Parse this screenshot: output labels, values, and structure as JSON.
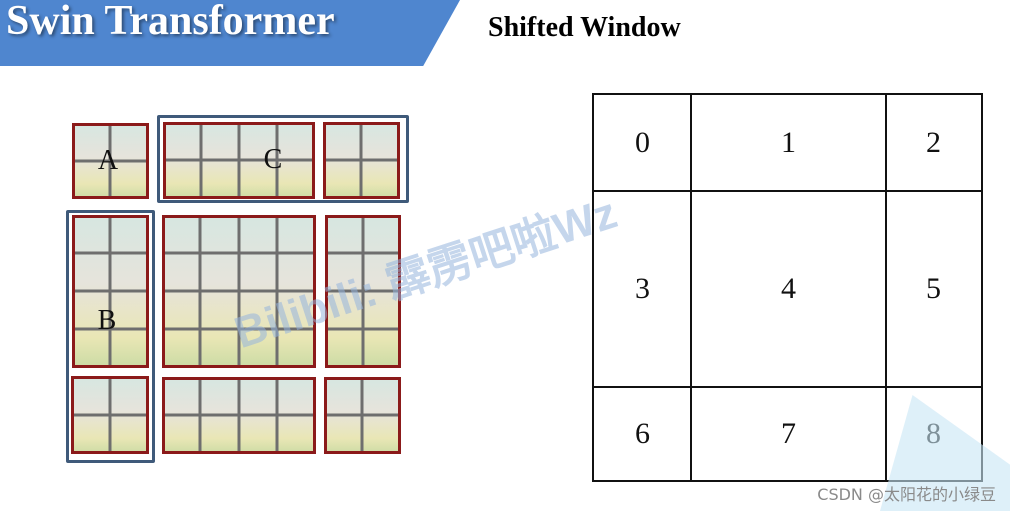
{
  "header": {
    "title": "Swin Transformer"
  },
  "subtitle": "Shifted Window",
  "left_figure": {
    "labels": {
      "a": "A",
      "b": "B",
      "c": "C"
    }
  },
  "window_grid": {
    "cells": [
      "0",
      "1",
      "2",
      "3",
      "4",
      "5",
      "6",
      "7",
      "8"
    ]
  },
  "watermark": "Bilibili: 霹雳吧啦Wz",
  "credit": "CSDN @太阳花的小绿豆",
  "colors": {
    "banner": "#4f86cf",
    "window_border": "#8b1a1a",
    "group_outline": "#3f5a7a"
  }
}
